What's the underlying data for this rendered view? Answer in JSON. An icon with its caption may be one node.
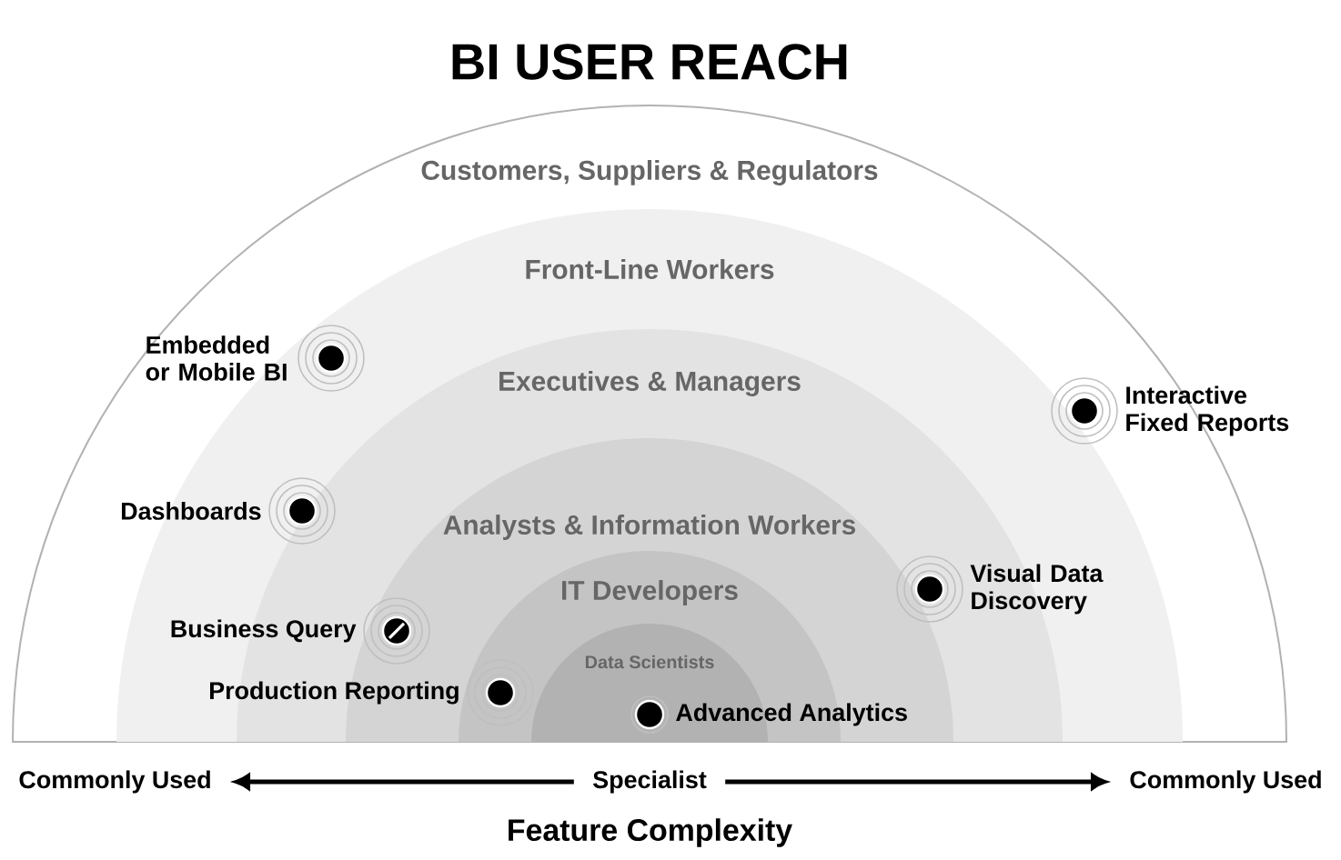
{
  "diagram": {
    "title": "BI USER REACH",
    "nodes": [
      {
        "text": [
          "Customers, Suppliers & Regulators"
        ]
      },
      {
        "text": [
          "Front-Line Workers"
        ],
        "in": 0
      },
      {
        "text": [
          "Executives & Managers"
        ],
        "in": 1
      },
      {
        "text": [
          "Analysts & Information Workers"
        ],
        "in": 2
      },
      {
        "text": [
          "IT Developers"
        ],
        "in": 3
      },
      {
        "text": [
          "Data Scientists"
        ],
        "in": 4
      },
      {
        "text": [],
        "shape": "circle",
        "beside": [
          "Embedded or Mobile BI"
        ],
        "in": 1
      },
      {
        "text": [],
        "shape": "circle",
        "beside": [
          "Interactive Fixed Reports"
        ],
        "in": 0
      },
      {
        "text": [],
        "shape": "circle",
        "beside": [
          "Dashboards"
        ],
        "in": 1
      },
      {
        "text": [],
        "shape": "circle",
        "beside": [
          "Visual Data Discovery"
        ],
        "in": 2
      },
      {
        "text": [],
        "shape": "circle",
        "beside": [
          "Business Query"
        ],
        "in": 3
      },
      {
        "text": [],
        "shape": "circle",
        "beside": [
          "Production Reporting"
        ],
        "in": 4
      },
      {
        "text": [],
        "shape": "circle",
        "beside": [
          "Advanced Analytics"
        ],
        "in": 5
      },
      {
        "text": [
          "Commonly Used"
        ]
      },
      {
        "text": [
          "Specialist"
        ]
      },
      {
        "text": [
          "Commonly Used"
        ]
      }
    ],
    "edges": [
      {
        "from": 14,
        "to": 13,
        "arrow": "to"
      },
      {
        "from": 14,
        "to": 15,
        "arrow": "to"
      }
    ],
    "labels": [
      "Feature Complexity"
    ]
  }
}
